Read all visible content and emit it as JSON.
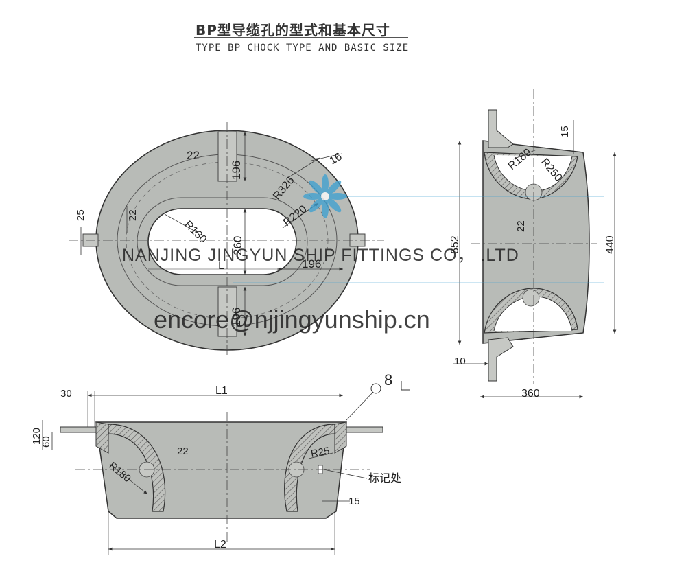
{
  "title": {
    "cn": "BP型导缆孔的型式和基本尺寸",
    "en": "TYPE BP CHOCK TYPE AND BASIC SIZE"
  },
  "watermark": {
    "company": "NANJING JINGYUN SHIP FITTINGS CO， .LTD",
    "email": "encore@njjingyunship.cn",
    "logo": "flower-logo-icon"
  },
  "top_view": {
    "dims": [
      "22",
      "196",
      "16",
      "R326",
      "25",
      "22",
      "R130",
      "R220",
      "260",
      "L",
      "196",
      "196"
    ]
  },
  "side_view": {
    "dims": [
      "15",
      "R180",
      "R250",
      "22",
      "652",
      "440",
      "10",
      "360"
    ]
  },
  "front_view": {
    "dims": [
      "30",
      "L1",
      "8",
      "120",
      "60",
      "22",
      "R25",
      "R180",
      "15",
      "L2"
    ],
    "mark_label": "标记处"
  },
  "colors": {
    "fill": "#b9bcb8",
    "line": "#333333",
    "accent": "#3a9fd1"
  }
}
